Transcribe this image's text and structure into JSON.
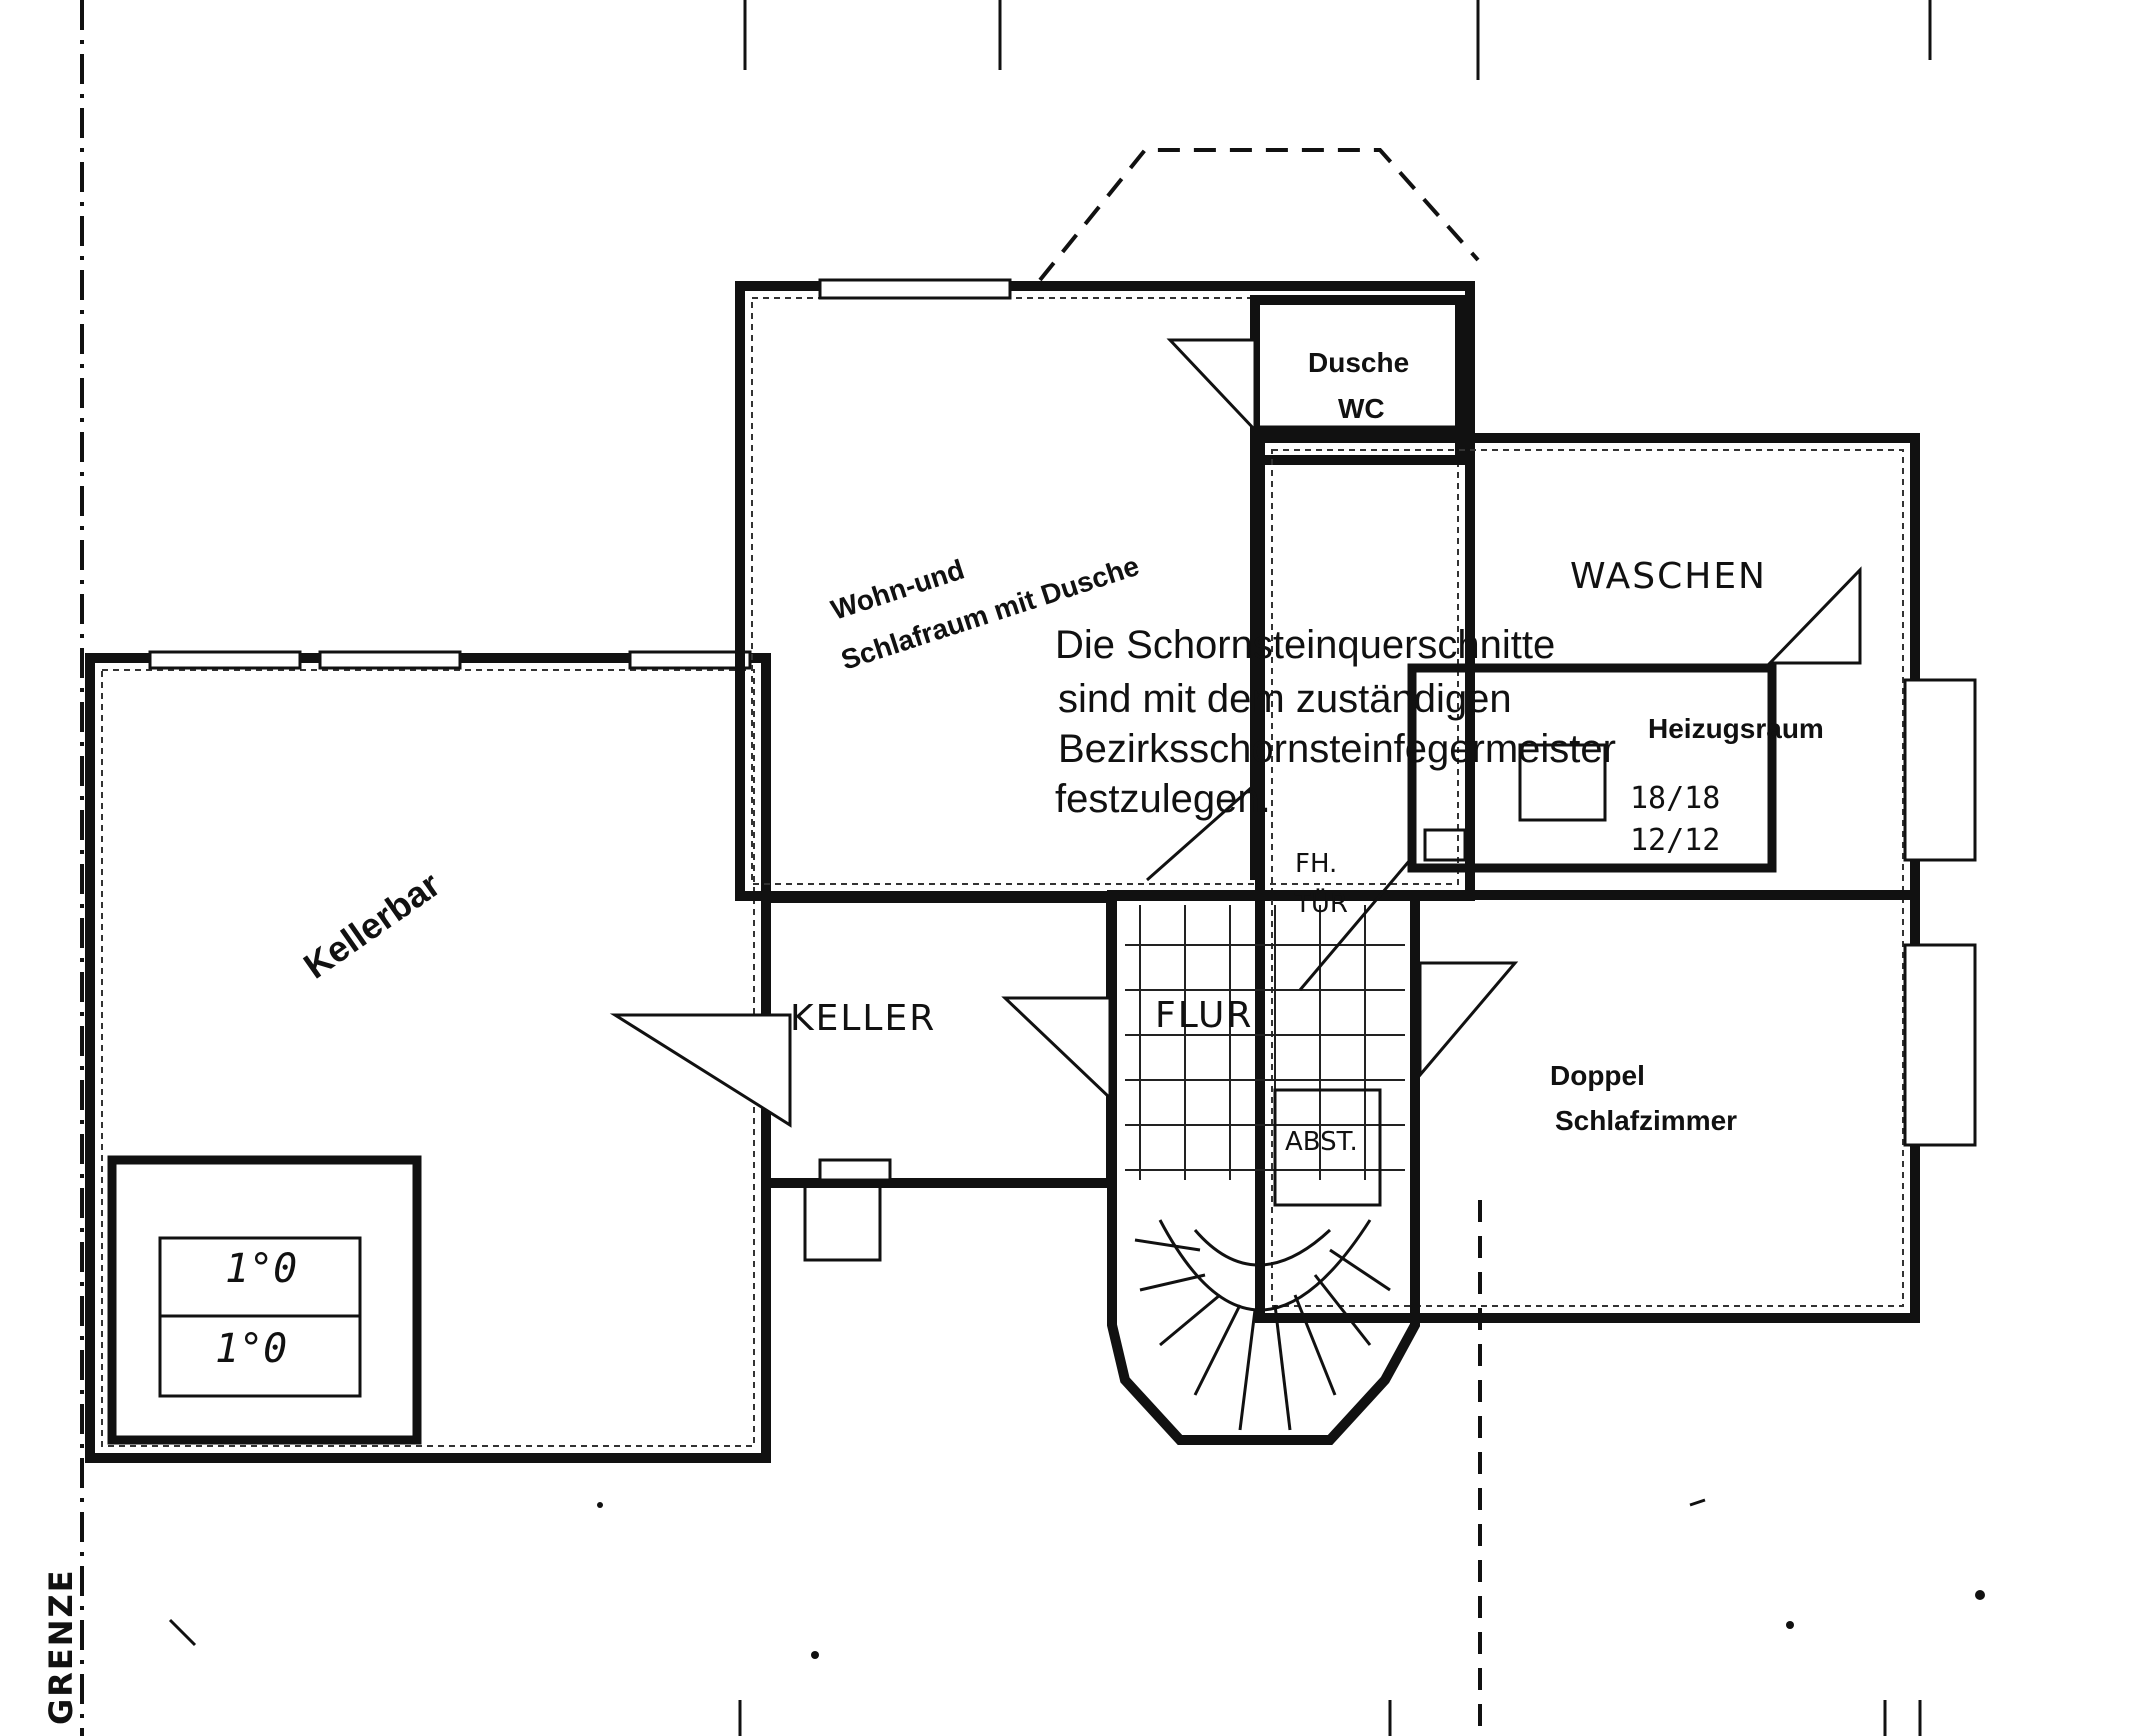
{
  "rooms": {
    "wohnraum_line1": "Wohn-und",
    "wohnraum_line2": "Schlafraum mit Dusche",
    "dusche": "Dusche",
    "wc": "WC",
    "waschen": "WASCHEN",
    "heizung": "Heizugsraum",
    "kellerbar": "Kellerbar",
    "keller": "KELLER",
    "flur": "FLUR",
    "doppel_line1": "Doppel",
    "doppel_line2": "Schlafzimmer",
    "abst": "ABST."
  },
  "notes": {
    "chimney_line1": "Die Schornsteinquerschnitte",
    "chimney_line2": "sind mit dem zuständigen",
    "chimney_line3": "Bezirksschornsteinfegermeister",
    "chimney_line4": "festzulegen.",
    "fh_line1": "FH.",
    "fh_line2": "TÜR",
    "chimney_size1": "18/18",
    "chimney_size2": "12/12",
    "box_value1": "1°0",
    "box_value2": "1°0"
  },
  "margin_label": "GRENZE"
}
